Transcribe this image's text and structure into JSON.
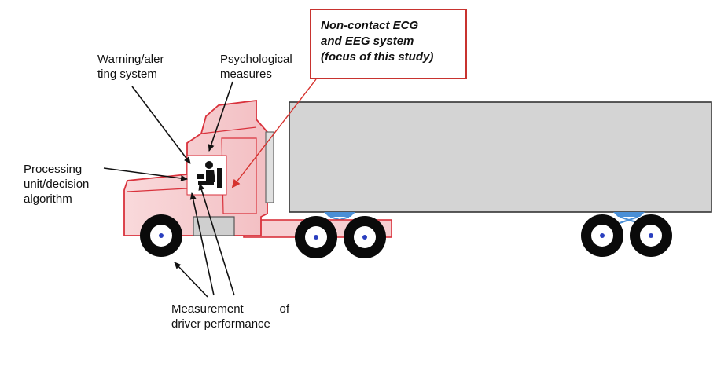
{
  "labels": {
    "warning": [
      "Warning/aler",
      "ting system"
    ],
    "psychological": [
      "Psychological",
      "measures"
    ],
    "processing": [
      "Processing",
      "unit/decision",
      "algorithm"
    ],
    "measurement": [
      "Measurement",
      "of",
      "driver performance"
    ]
  },
  "focus_box": [
    "Non-contact ECG",
    "and EEG system",
    "(focus of this study)"
  ],
  "colors": {
    "truck_outline": "#d9323c",
    "truck_fill": "#f7cfd2",
    "trailer_fill": "#d4d4d4",
    "trailer_outline": "#333333",
    "focus_border": "#c8332f",
    "arrow": "#111111",
    "arrow_red": "#d6322e",
    "coupling": "#4a8fd6"
  }
}
